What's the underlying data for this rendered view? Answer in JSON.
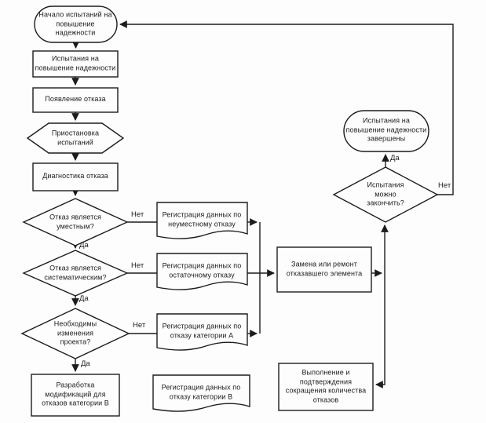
{
  "diagram": {
    "nodes": {
      "start": "Начало испытаний на повышение надежности",
      "testing": "Испытания на повышение надежности",
      "failure_occurs": "Появление отказа",
      "suspend": "Приостановка испытаний",
      "diagnostics": "Диагностика отказа",
      "relevant_q": "Отказ является уместным?",
      "systematic_q": "Отказ является систематическим?",
      "design_change_q": "Необходимы изменения проекта?",
      "develop_modification": "Разработка модификаций для отказов категории В",
      "log_irrelevant": "Регистрация данных по неуместному отказу",
      "log_residual": "Регистрация данных по остаточному отказу",
      "log_category_a": "Регистрация данных по отказу категории А",
      "log_category_b": "Регистрация данных по отказу категории В",
      "replace_repair": "Замена или ремонт отказавшего элемента",
      "confirm_reduction": "Выполнение и подтверждения сокращения количества отказов",
      "finish_q": "Испытания можно закончить?",
      "end": "Испытания на повышение надежности завершены"
    },
    "edge_labels": {
      "yes": "Да",
      "no": "Нет"
    },
    "colors": {
      "line": "#1c1c1c",
      "background": "#fdfdfd"
    }
  }
}
